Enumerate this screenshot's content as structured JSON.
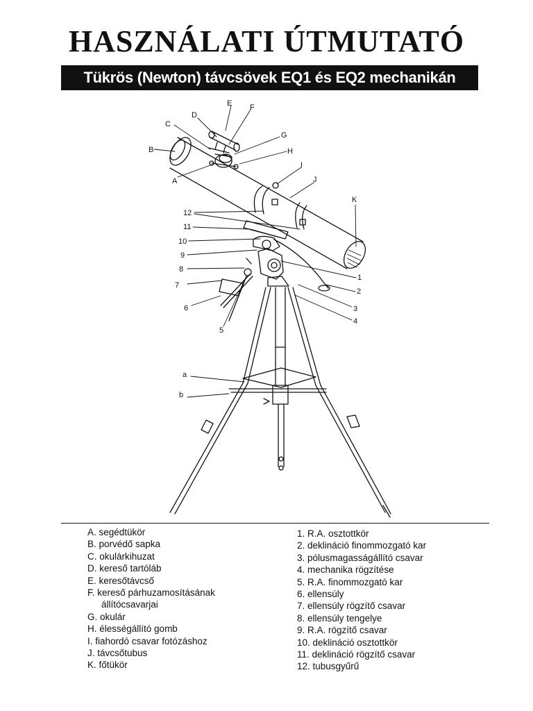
{
  "title": "HASZNÁLATI ÚTMUTATÓ",
  "subtitle": "Tükrös (Newton) távcsövek EQ1 és EQ2 mechanikán",
  "diagram_labels": {
    "A": "A",
    "B": "B",
    "C": "C",
    "D": "D",
    "E": "E",
    "F": "F",
    "G": "G",
    "H": "H",
    "I": "I",
    "J": "J",
    "K": "K",
    "n1": "1",
    "n2": "2",
    "n3": "3",
    "n4": "4",
    "n5": "5",
    "n6": "6",
    "n7": "7",
    "n8": "8",
    "n9": "9",
    "n10": "10",
    "n11": "11",
    "n12": "12",
    "a": "a",
    "b": "b"
  },
  "legend_letters": [
    "A. segédtükör",
    "B. porvédő sapka",
    "C. okulárkihuzat",
    "D. kereső tartóláb",
    "E. keresőtávcső",
    "F. kereső párhuzamosításának",
    "állítócsavarjai",
    "G. okulár",
    "H. élességállító gomb",
    "I. fiahordó csavar fotózáshoz",
    "J. távcsőtubus",
    "K. főtükör"
  ],
  "legend_numbers": [
    "1. R.A. osztottkör",
    "2. deklináció finommozgató kar",
    "3. pólusmagasságállító csavar",
    "4. mechanika rögzítése",
    "5. R.A. finommozgató kar",
    "6. ellensúly",
    "7. ellensúly rögzítő csavar",
    "8. ellensúly tengelye",
    "9. R.A. rögzítő csavar",
    "10. deklináció osztottkör",
    "11. deklináció rögzítő csavar",
    "12. tubusgyűrű"
  ]
}
